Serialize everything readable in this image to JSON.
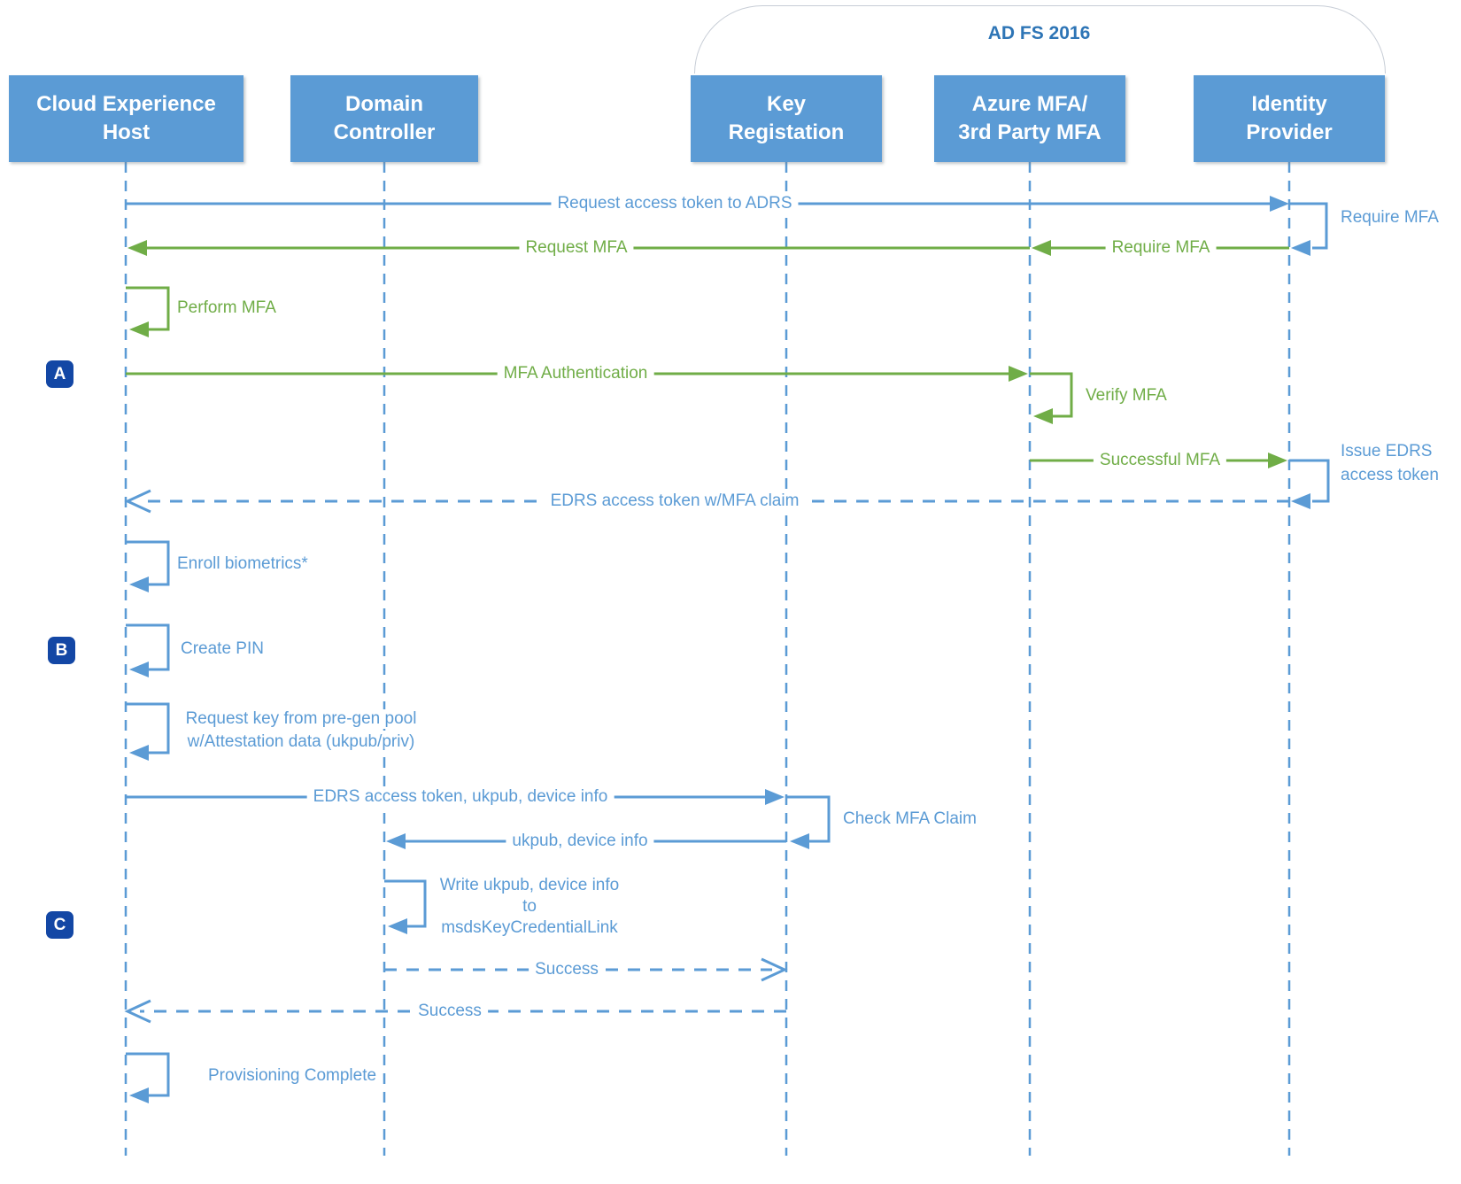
{
  "diagram": {
    "group": {
      "label": "AD FS 2016"
    },
    "actors": [
      {
        "id": "ceh",
        "label": "Cloud Experience\nHost"
      },
      {
        "id": "dc",
        "label": "Domain\nController"
      },
      {
        "id": "kr",
        "label": "Key\nRegistation"
      },
      {
        "id": "azure",
        "label": "Azure MFA/\n3rd Party MFA"
      },
      {
        "id": "idp",
        "label": "Identity\nProvider"
      }
    ],
    "sections": [
      {
        "letter": "A"
      },
      {
        "letter": "B"
      },
      {
        "letter": "C"
      }
    ],
    "colors": {
      "actor_box": "#5B9BD5",
      "blue_message": "#5B9BD5",
      "green_message": "#70AD47",
      "section_badge": "#1347A5",
      "group_label": "#2E75B6"
    },
    "messages": [
      {
        "from": "ceh",
        "to": "idp",
        "style": "solid",
        "color": "blue",
        "label": "Request access token to ADRS"
      },
      {
        "type": "self",
        "actor": "idp",
        "color": "blue",
        "label": "Require MFA"
      },
      {
        "from": "idp",
        "to": "azure",
        "style": "solid",
        "color": "green",
        "label": "Require MFA"
      },
      {
        "from": "azure",
        "to": "ceh",
        "style": "solid",
        "color": "green",
        "label": "Request MFA"
      },
      {
        "type": "self",
        "actor": "ceh",
        "color": "green",
        "label": "Perform MFA"
      },
      {
        "from": "ceh",
        "to": "azure",
        "style": "solid",
        "color": "green",
        "label": "MFA Authentication"
      },
      {
        "type": "self",
        "actor": "azure",
        "color": "green",
        "label": "Verify MFA"
      },
      {
        "from": "azure",
        "to": "idp",
        "style": "solid",
        "color": "green",
        "label": "Successful MFA"
      },
      {
        "type": "self",
        "actor": "idp",
        "color": "blue",
        "label": "Issue EDRS access token",
        "label_line1": "Issue EDRS",
        "label_line2": "access token"
      },
      {
        "from": "idp",
        "to": "ceh",
        "style": "dashed",
        "color": "blue",
        "label": "EDRS access token w/MFA claim"
      },
      {
        "type": "self",
        "actor": "ceh",
        "color": "blue",
        "label": "Enroll biometrics*"
      },
      {
        "type": "self",
        "actor": "ceh",
        "color": "blue",
        "label": "Create PIN"
      },
      {
        "type": "self",
        "actor": "ceh",
        "color": "blue",
        "label": "Request key from pre-gen pool w/Attestation data (ukpub/priv)",
        "label_line1": "Request key from pre-gen pool",
        "label_line2": "w/Attestation data (ukpub/priv)"
      },
      {
        "from": "ceh",
        "to": "kr",
        "style": "solid",
        "color": "blue",
        "label": "EDRS access token, ukpub, device info"
      },
      {
        "type": "self",
        "actor": "kr",
        "color": "blue",
        "label": "Check MFA Claim"
      },
      {
        "from": "kr",
        "to": "dc",
        "style": "solid",
        "color": "blue",
        "label": "ukpub, device info"
      },
      {
        "type": "self",
        "actor": "dc",
        "color": "blue",
        "label": "Write ukpub, device info to msdsKeyCredentialLink",
        "label_line1": "Write ukpub, device info",
        "label_line2": "to",
        "label_line3": "msdsKeyCredentialLink"
      },
      {
        "from": "dc",
        "to": "kr",
        "style": "dashed",
        "color": "blue",
        "label": "Success"
      },
      {
        "from": "kr",
        "to": "ceh",
        "style": "dashed",
        "color": "blue",
        "label": "Success"
      },
      {
        "type": "self",
        "actor": "ceh",
        "color": "blue",
        "label": "Provisioning Complete"
      }
    ]
  }
}
